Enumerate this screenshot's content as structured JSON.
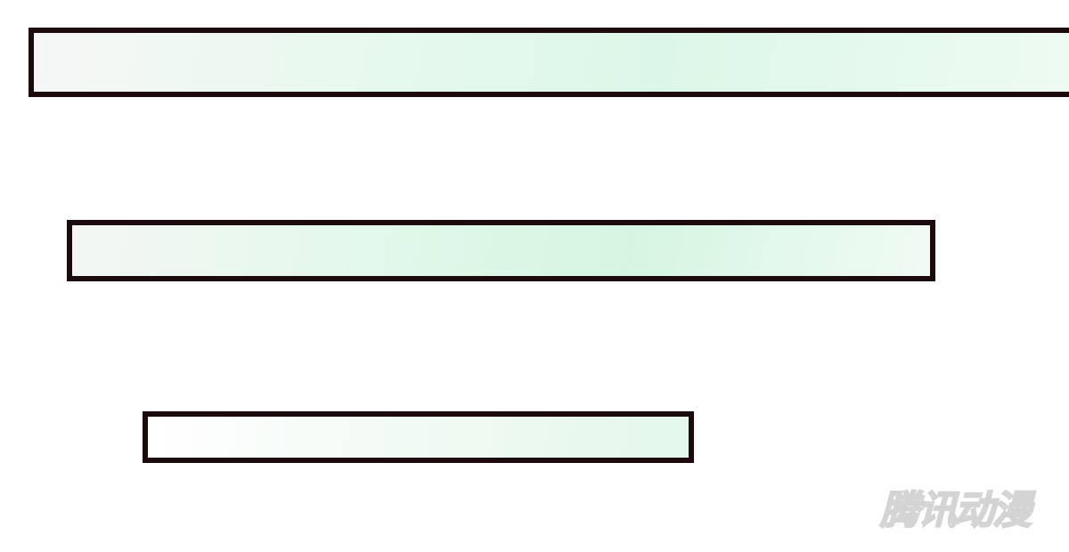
{
  "panels": [
    {
      "id": "caption-box-1"
    },
    {
      "id": "caption-box-2"
    },
    {
      "id": "caption-box-3"
    }
  ],
  "watermark": {
    "text": "腾讯动漫"
  },
  "colors": {
    "border": "#1d0a0c",
    "fill": "#dcf7e7"
  }
}
